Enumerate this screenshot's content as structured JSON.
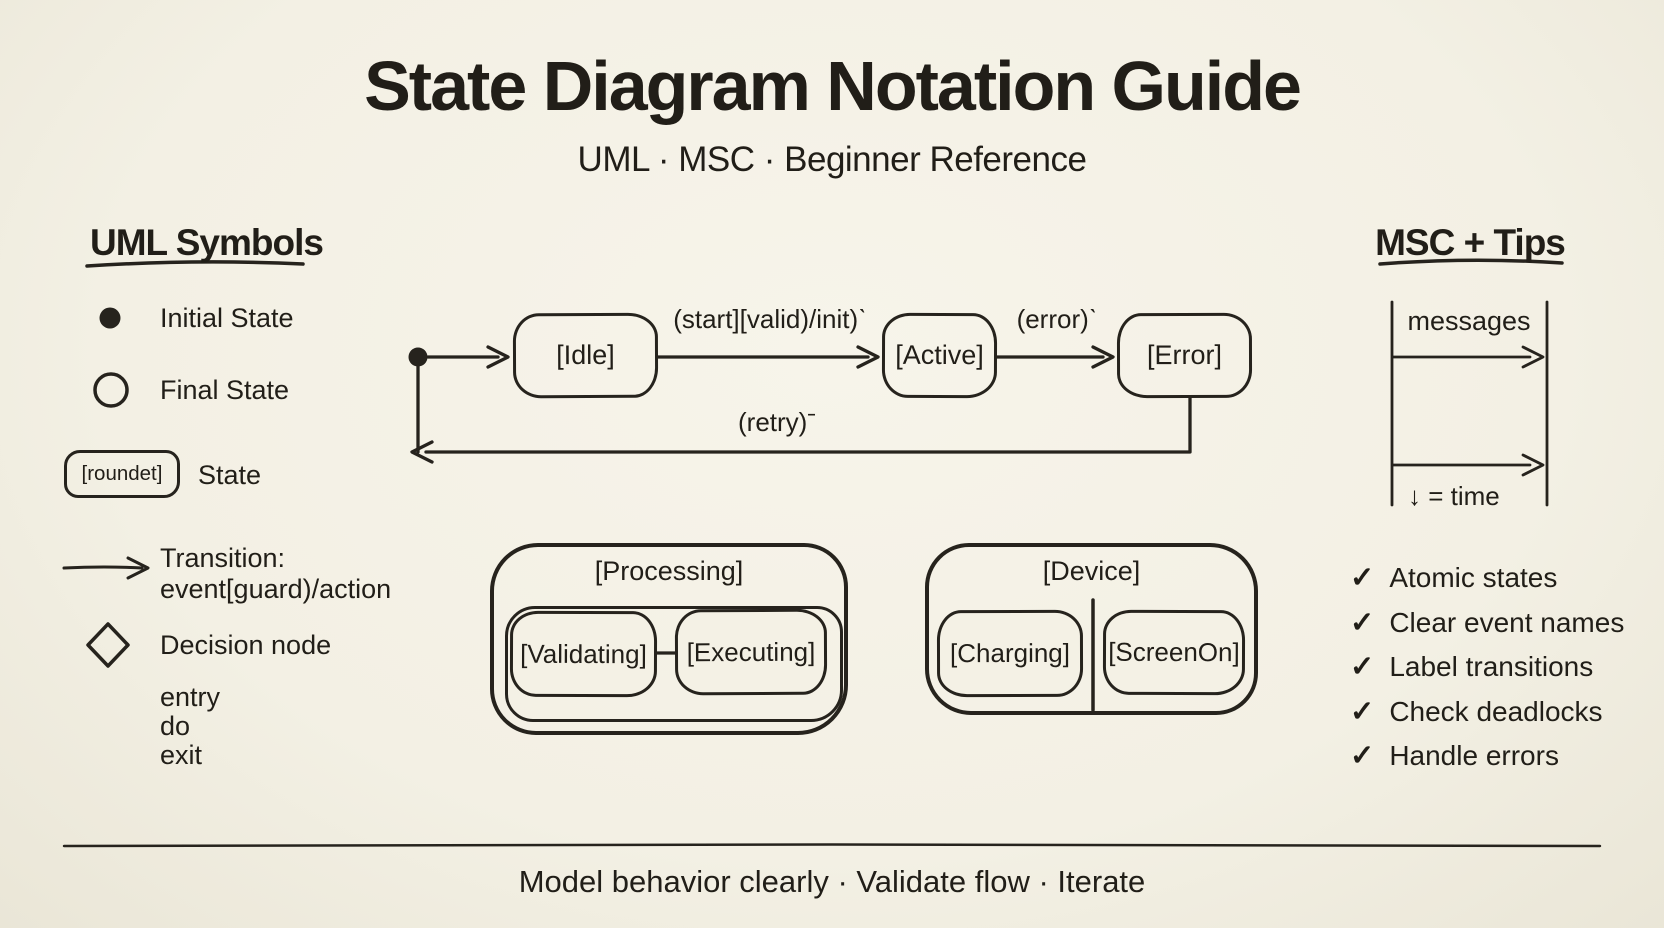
{
  "colors": {
    "background": "#f3f0e4",
    "ink": "#26231d"
  },
  "header": {
    "title": "State Diagram Notation Guide",
    "subtitle": "UML · MSC · Beginner Reference"
  },
  "uml_symbols": {
    "heading": "UML Symbols",
    "initial_state_label": "Initial State",
    "final_state_label": "Final State",
    "state_symbol_text": "[roundet]",
    "state_label": "State",
    "transition_label_line1": "Transition:",
    "transition_label_line2": "event[guard)/action",
    "decision_label": "Decision node",
    "state_actions": [
      "entry",
      "do",
      "exit"
    ]
  },
  "state_machine": {
    "states": {
      "idle": "[Idle]",
      "active": "[Active]",
      "error": "[Error]"
    },
    "transition_labels": {
      "idle_to_active": "(start][valid)/init)ˋ",
      "active_to_error": "(error)ˋ",
      "error_to_start": "(retry)ˉ"
    }
  },
  "composite_states": {
    "processing": {
      "title": "[Processing]",
      "child1": "[Validating]",
      "child2": "[Executing]"
    },
    "device": {
      "title": "[Device]",
      "child1": "[Charging]",
      "child2": "[ScreenOn]"
    }
  },
  "msc": {
    "heading": "MSC + Tips",
    "messages_label": "messages",
    "time_label": "↓ = time"
  },
  "tips": {
    "check": "✓",
    "items": [
      "Atomic states",
      "Clear event names",
      "Label transitions",
      "Check deadlocks",
      "Handle errors"
    ]
  },
  "footer": {
    "text": "Model behavior clearly · Validate flow · Iterate"
  }
}
